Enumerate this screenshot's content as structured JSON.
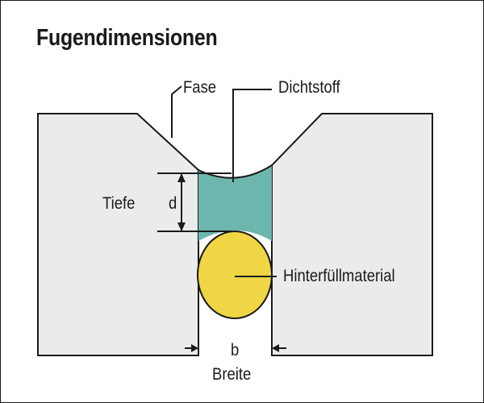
{
  "diagram": {
    "title": "Fugendimensionen",
    "labels": {
      "fase": "Fase",
      "dichtstoff": "Dichtstoff",
      "tiefe": "Tiefe",
      "d": "d",
      "hinterfuell": "Hinterfüllmaterial",
      "b": "b",
      "breite": "Breite"
    },
    "colors": {
      "substrate": "#ebebeb",
      "sealant": "#6db6ae",
      "backing_rod": "#f0d544",
      "line": "#1a1a1a"
    }
  }
}
